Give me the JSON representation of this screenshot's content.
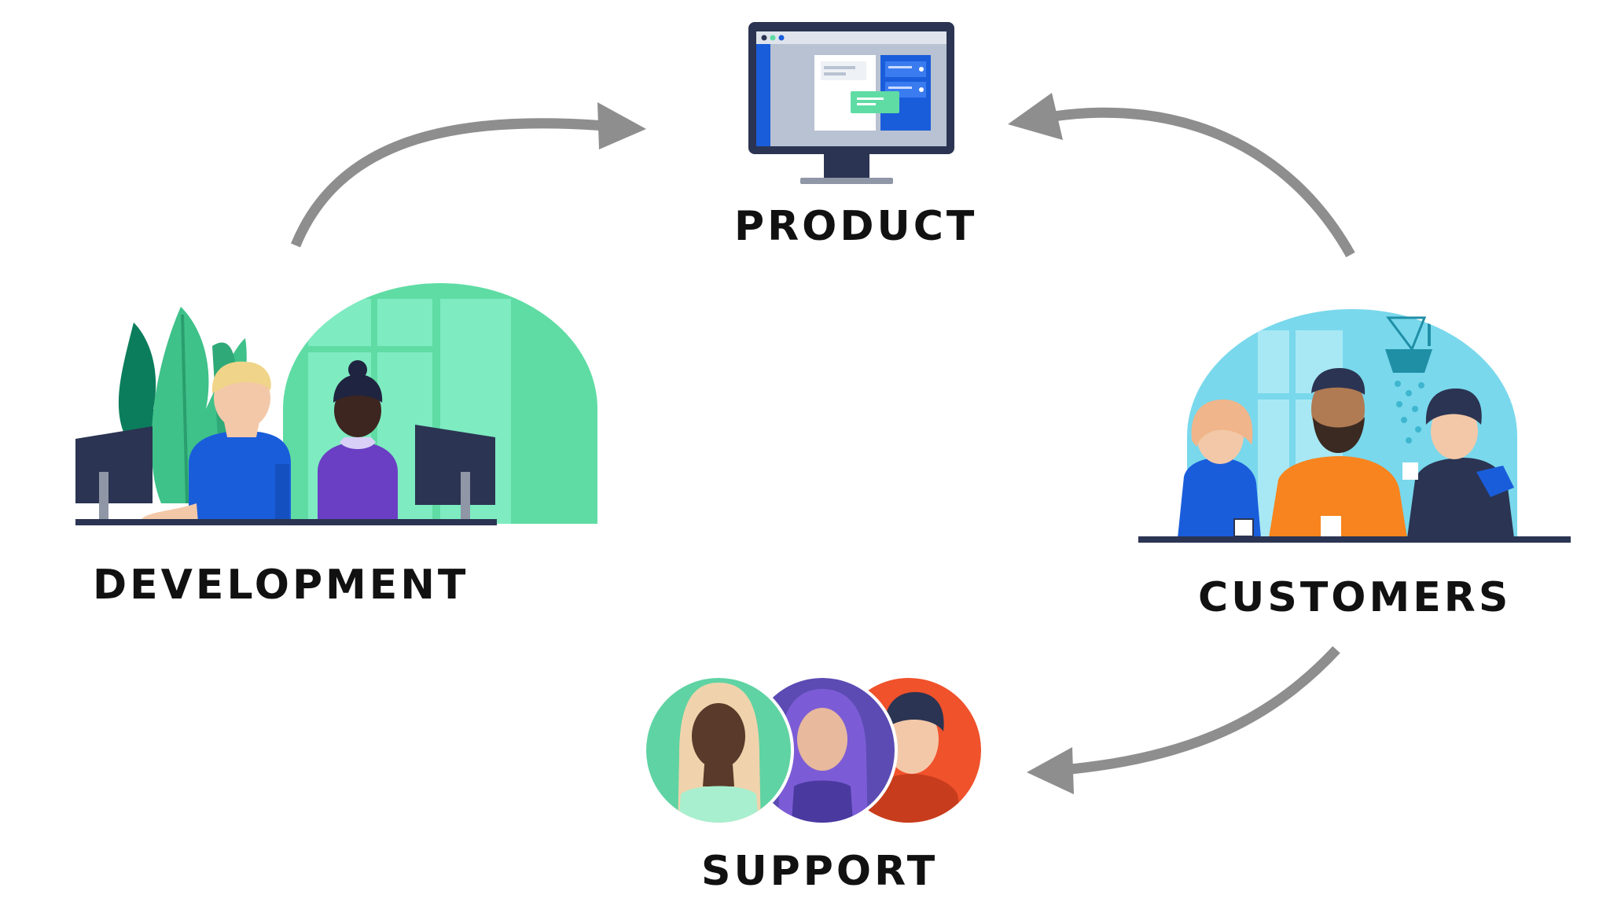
{
  "diagram": {
    "nodes": {
      "product": {
        "label": "PRODUCT",
        "icon": "monitor-icon"
      },
      "development": {
        "label": "DEVELOPMENT",
        "icon": "developers-illustration"
      },
      "customers": {
        "label": "CUSTOMERS",
        "icon": "customers-illustration"
      },
      "support": {
        "label": "SUPPORT",
        "icon": "support-avatars-illustration"
      }
    },
    "edges": [
      {
        "from": "DEVELOPMENT",
        "to": "PRODUCT"
      },
      {
        "from": "CUSTOMERS",
        "to": "PRODUCT"
      },
      {
        "from": "CUSTOMERS",
        "to": "SUPPORT"
      }
    ],
    "colors": {
      "arrow": "#8e8e8e",
      "text": "#111111",
      "blue": "#1a5ddb",
      "navy": "#2b3452",
      "green": "#5fdca4",
      "cyan": "#79d8ec",
      "purple": "#5b4bb3",
      "orange": "#f7841e",
      "red": "#f0522c"
    }
  }
}
